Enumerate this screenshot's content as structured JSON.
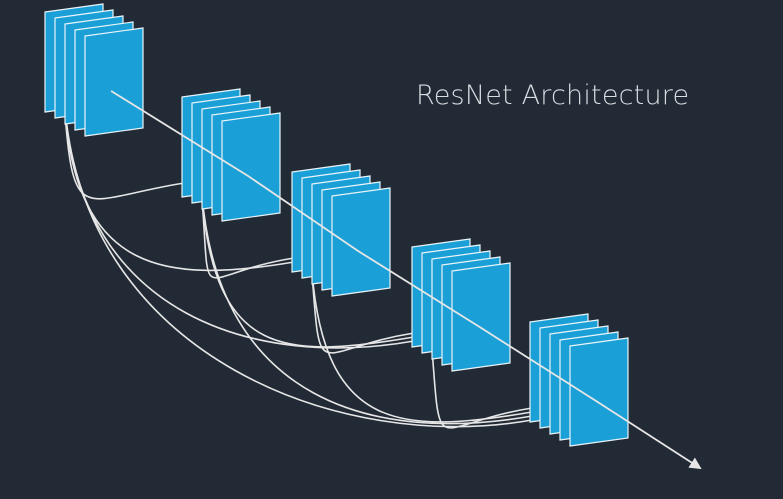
{
  "title": "ResNet Architecture",
  "colors": {
    "background": "#222a35",
    "layer_fill": "#1a9fd6",
    "layer_edge": "#0b6f9c",
    "connector": "#e6e6e6",
    "title_text": "#d9dde2"
  },
  "blocks": [
    {
      "name": "block-1",
      "sheets": 5
    },
    {
      "name": "block-2",
      "sheets": 5
    },
    {
      "name": "block-3",
      "sheets": 5
    },
    {
      "name": "block-4",
      "sheets": 5
    },
    {
      "name": "block-5",
      "sheets": 5
    }
  ],
  "skip_connections": [
    {
      "from": 1,
      "to": 2
    },
    {
      "from": 1,
      "to": 3
    },
    {
      "from": 1,
      "to": 4
    },
    {
      "from": 1,
      "to": 5
    },
    {
      "from": 2,
      "to": 3
    },
    {
      "from": 2,
      "to": 4
    },
    {
      "from": 2,
      "to": 5
    },
    {
      "from": 3,
      "to": 4
    },
    {
      "from": 3,
      "to": 5
    },
    {
      "from": 4,
      "to": 5
    }
  ]
}
